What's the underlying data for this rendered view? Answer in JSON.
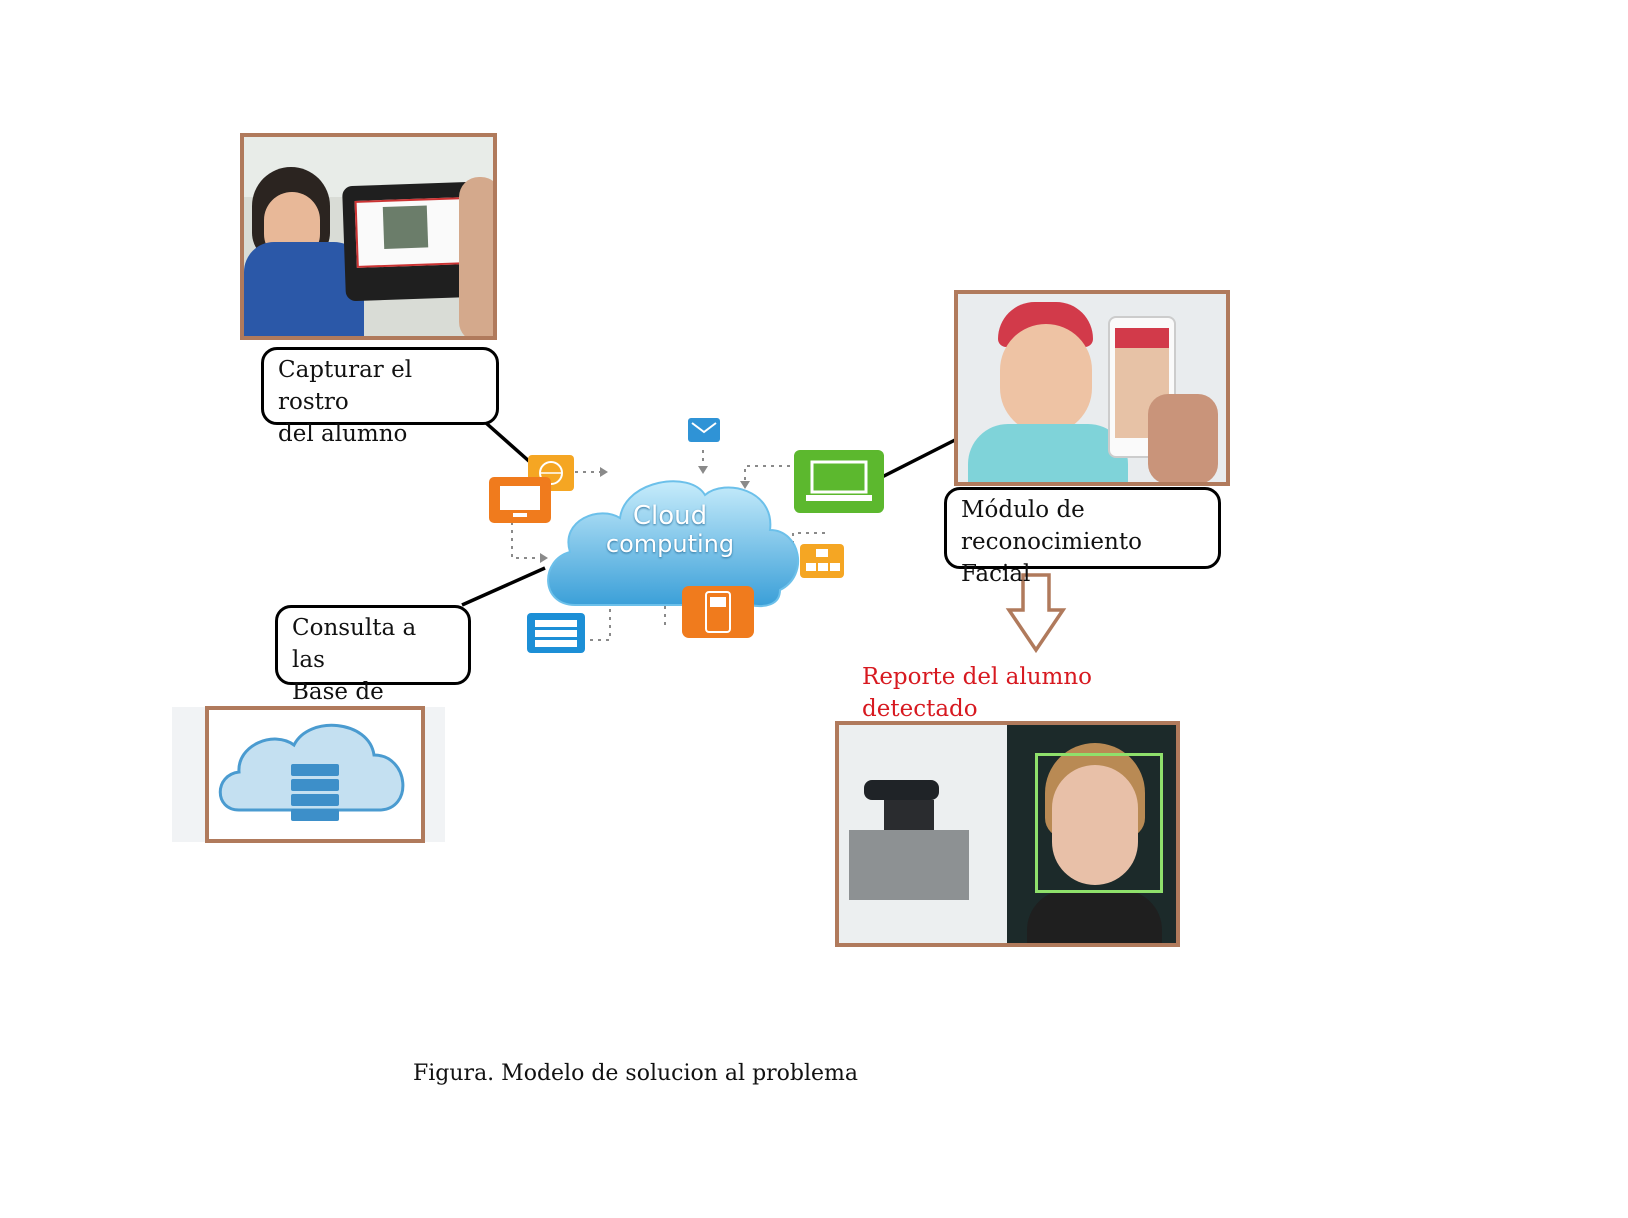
{
  "labels": {
    "capture": [
      "Capturar el rostro",
      "del alumno"
    ],
    "database": [
      "Consulta a las",
      "Base de Datos"
    ],
    "recognition": [
      "Módulo de",
      "reconocimiento Facial"
    ]
  },
  "report": [
    "Reporte del alumno",
    "detectado"
  ],
  "cloud": {
    "line1": "Cloud",
    "line2": "computing"
  },
  "caption": "Figura. Modelo de solucion al problema",
  "colors": {
    "frame": "#b07a5c",
    "report": "#d71920",
    "cloud": "#5bb7e8",
    "orange": "#f07b1d",
    "green": "#5cb82e"
  }
}
